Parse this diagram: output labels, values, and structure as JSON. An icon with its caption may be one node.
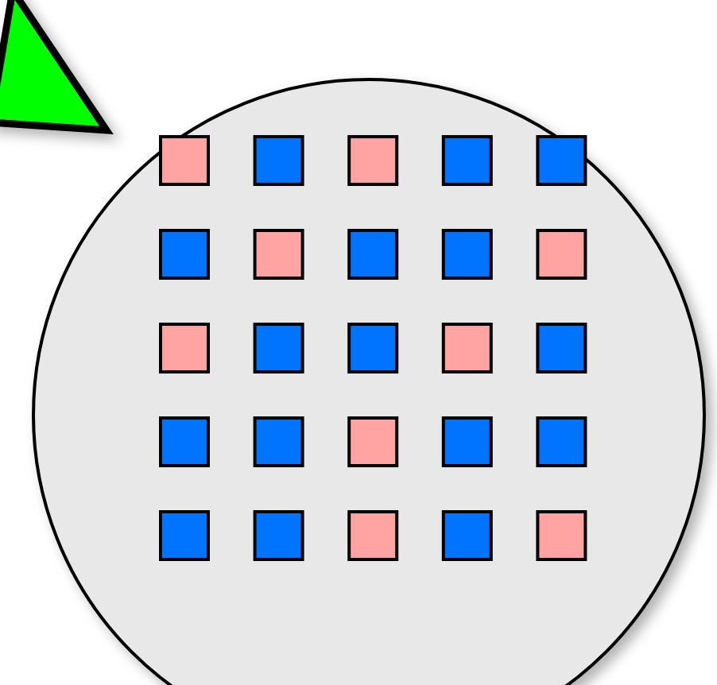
{
  "diagram": {
    "nodes": [
      {
        "text": [],
        "shape": "triangle"
      },
      {
        "text": [],
        "shape": "circle"
      },
      {
        "text": [],
        "shape": "box",
        "in": 1
      },
      {
        "text": [],
        "shape": "box",
        "in": 1
      },
      {
        "text": [],
        "shape": "box",
        "in": 1
      },
      {
        "text": [],
        "shape": "box",
        "in": 1
      },
      {
        "text": [],
        "shape": "box",
        "in": 1
      },
      {
        "text": [],
        "shape": "box",
        "in": 1
      },
      {
        "text": [],
        "shape": "box",
        "in": 1
      },
      {
        "text": [],
        "shape": "box",
        "in": 1
      },
      {
        "text": [],
        "shape": "box",
        "in": 1
      },
      {
        "text": [],
        "shape": "box",
        "in": 1
      },
      {
        "text": [],
        "shape": "box",
        "in": 1
      },
      {
        "text": [],
        "shape": "box",
        "in": 1
      },
      {
        "text": [],
        "shape": "box",
        "in": 1
      },
      {
        "text": [],
        "shape": "box",
        "in": 1
      },
      {
        "text": [],
        "shape": "box",
        "in": 1
      },
      {
        "text": [],
        "shape": "box",
        "in": 1
      },
      {
        "text": [],
        "shape": "box",
        "in": 1
      },
      {
        "text": [],
        "shape": "box",
        "in": 1
      },
      {
        "text": [],
        "shape": "box",
        "in": 1
      },
      {
        "text": [],
        "shape": "box",
        "in": 1
      },
      {
        "text": [],
        "shape": "box",
        "in": 1
      },
      {
        "text": [],
        "shape": "box",
        "in": 1
      },
      {
        "text": [],
        "shape": "box",
        "in": 1
      },
      {
        "text": [],
        "shape": "box",
        "in": 1
      },
      {
        "text": [],
        "shape": "box",
        "in": 1
      }
    ]
  }
}
